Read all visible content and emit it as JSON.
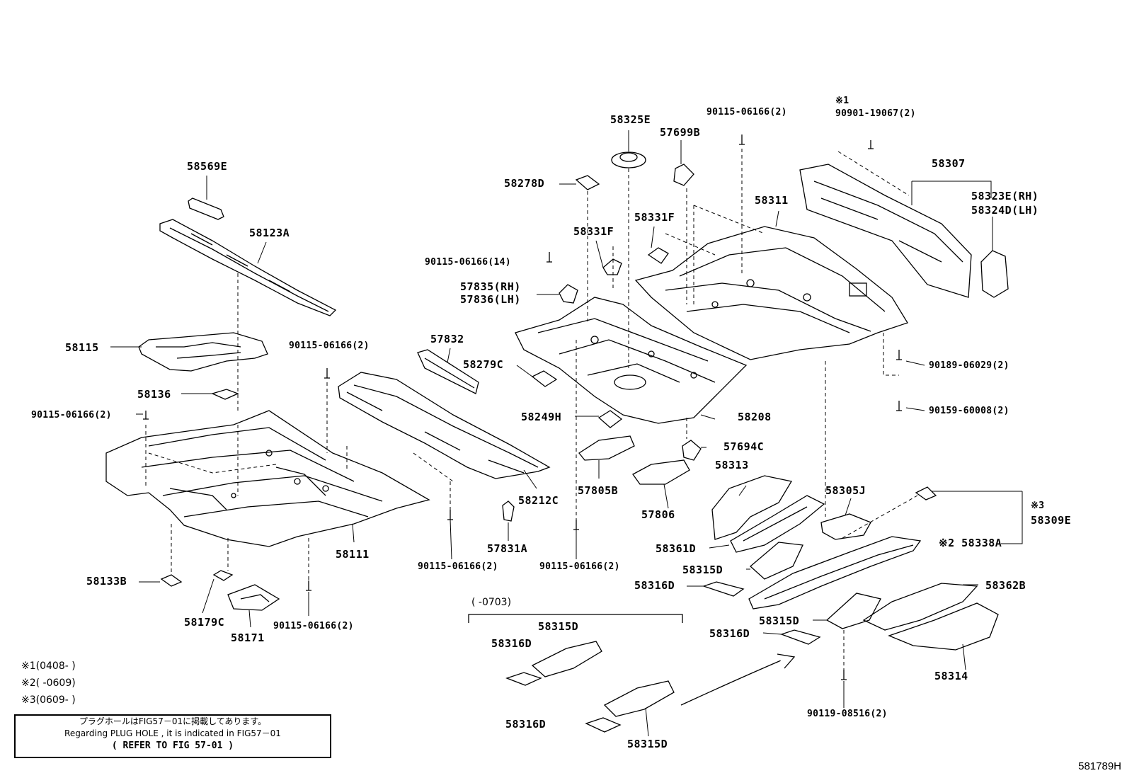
{
  "labels": {
    "p58569E": "58569E",
    "p58123A": "58123A",
    "p58115": "58115",
    "p58136": "58136",
    "bolt_left_upper": "90115-06166(2)",
    "bolt_mid_upper": "90115-06166(2)",
    "p58111": "58111",
    "p58133B": "58133B",
    "p58179C": "58179C",
    "p58171": "58171",
    "bolt_left_lower": "90115-06166(2)",
    "p57832": "57832",
    "p58212C": "58212C",
    "bolt_mid_lower": "90115-06166(2)",
    "p57831A": "57831A",
    "p58278D": "58278D",
    "p58325E": "58325E",
    "p57699B": "57699B",
    "p58331F_a": "58331F",
    "p58331F_b": "58331F",
    "bolt_14": "90115-06166(14)",
    "p57835": "57835(RH)",
    "p57836": "57836(LH)",
    "p58279C": "58279C",
    "p58249H": "58249H",
    "p57805B": "57805B",
    "p57806": "57806",
    "bolt_center_lower": "90115-06166(2)",
    "p58208": "58208",
    "p57694C": "57694C",
    "bolt_top": "90115-06166(2)",
    "note1_mark": "※1",
    "bolt_90901": "90901-19067(2)",
    "p58311": "58311",
    "p58307": "58307",
    "p58323E": "58323E(RH)",
    "p58324D": "58324D(LH)",
    "bolt_90189": "90189-06029(2)",
    "bolt_90159": "90159-60008(2)",
    "p58313": "58313",
    "p58305J": "58305J",
    "note3_mark": "※3",
    "p58309E": "58309E",
    "p58338A": "※2 58338A",
    "p58361D": "58361D",
    "p58315D_a": "58315D",
    "p58316D_a": "58316D",
    "p58362B": "58362B",
    "p58315D_b": "58315D",
    "p58316D_b": "58316D",
    "p58314": "58314",
    "bolt_90119": "90119-08516(2)",
    "range_label": "(      -0703)",
    "p58315D_c": "58315D",
    "p58316D_c": "58316D",
    "p58316D_d": "58316D",
    "p58315D_d": "58315D"
  },
  "notes": {
    "n1": "※1(0408-      )",
    "n2": "※2(      -0609)",
    "n3": "※3(0609-      )"
  },
  "infobox": {
    "jp": "プラグホールはFIG57－01に掲載してあります。",
    "en": "Regarding PLUG HOLE , it is indicated in FIG57－01",
    "ref": "( REFER TO FIG 57-01 )"
  },
  "figure_code": "581789H"
}
